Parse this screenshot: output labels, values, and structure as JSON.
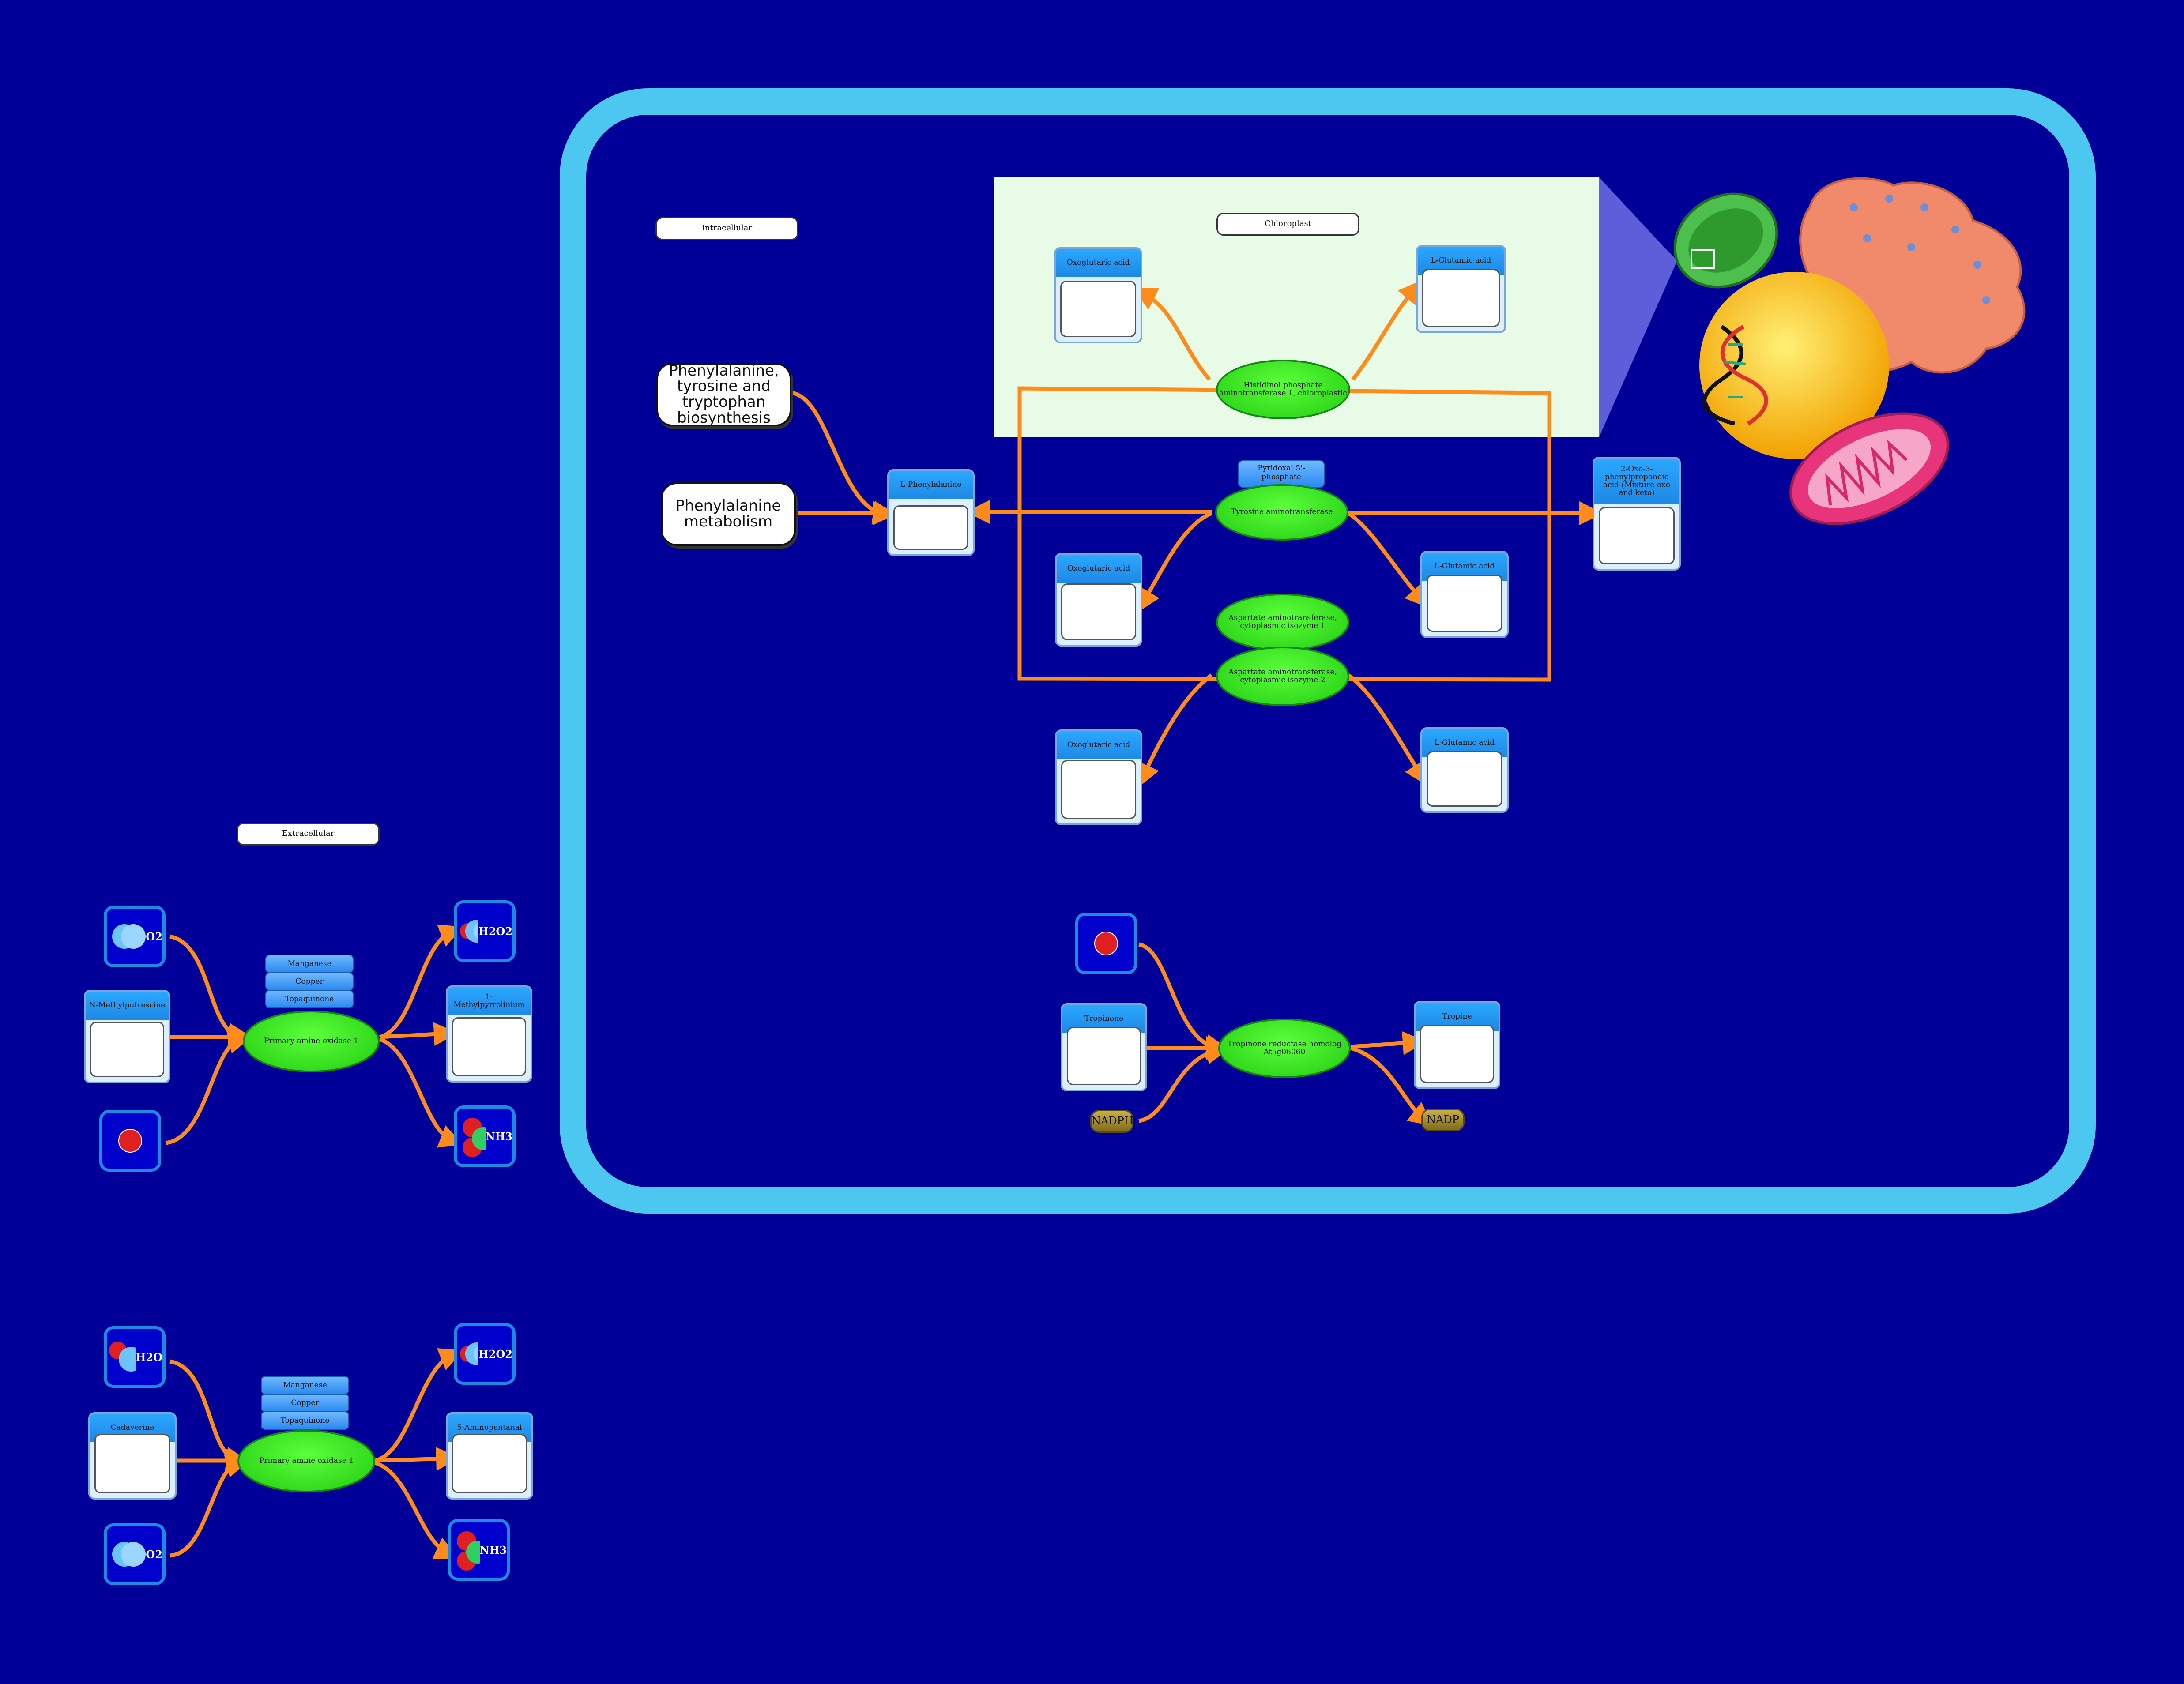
{
  "compartments": {
    "intracellular": "Intracellular",
    "extracellular": "Extracellular",
    "chloroplast": "Chloroplast"
  },
  "pathways": {
    "phe_biosynthesis": "Phenylalanine, tyrosine and tryptophan biosynthesis",
    "phe_metabolism": "Phenylalanine metabolism"
  },
  "compounds": {
    "l_phenylalanine": "L-Phenylalanine",
    "oxoglutaric_1": "Oxoglutaric acid",
    "oxoglutaric_2": "Oxoglutaric acid",
    "oxoglutaric_3": "Oxoglutaric acid",
    "glutamic_1": "L-Glutamic acid",
    "glutamic_2": "L-Glutamic acid",
    "glutamic_3": "L-Glutamic acid",
    "oxo_phenylpropanoic": "2-Oxo-3-phenylpropanoic acid (Mixture oxo and keto)",
    "tropinone": "Tropinone",
    "tropine": "Tropine",
    "n_methylputrescine": "N-Methylputrescine",
    "methylpyrrolinium": "1-Methylpyrrolinium",
    "cadaverine": "Cadaverine",
    "aminopentanal": "5-Aminopentanal"
  },
  "enzymes": {
    "histidinol": "Histidinol phosphate aminotransferase 1, chloroplastic",
    "tyrosine_at": "Tyrosine aminotransferase",
    "aspartate_1": "Aspartate aminotransferase, cytoplasmic isozyme 1",
    "aspartate_2": "Aspartate aminotransferase, cytoplasmic isozyme 2",
    "tropinone_reductase": "Tropinone reductase homolog At5g06060",
    "amine_oxidase_1": "Primary amine oxidase 1",
    "amine_oxidase_2": "Primary amine oxidase 1"
  },
  "cofactors": {
    "pyridoxal": "Pyridoxal 5'-phosphate",
    "manganese": "Manganese",
    "copper": "Copper",
    "topaquinone": "Topaquinone"
  },
  "small_molecules": {
    "o2": "O2",
    "h2o2": "H2O2",
    "nh3": "NH3",
    "h2o": "H2O",
    "h_plus": "H+",
    "nadph": "NADPH",
    "nadp": "NADP"
  },
  "colors": {
    "background": "#000099",
    "membrane": "#4cc8f0",
    "arrow": "#ff8c1a",
    "enzyme": "#33dd22"
  }
}
